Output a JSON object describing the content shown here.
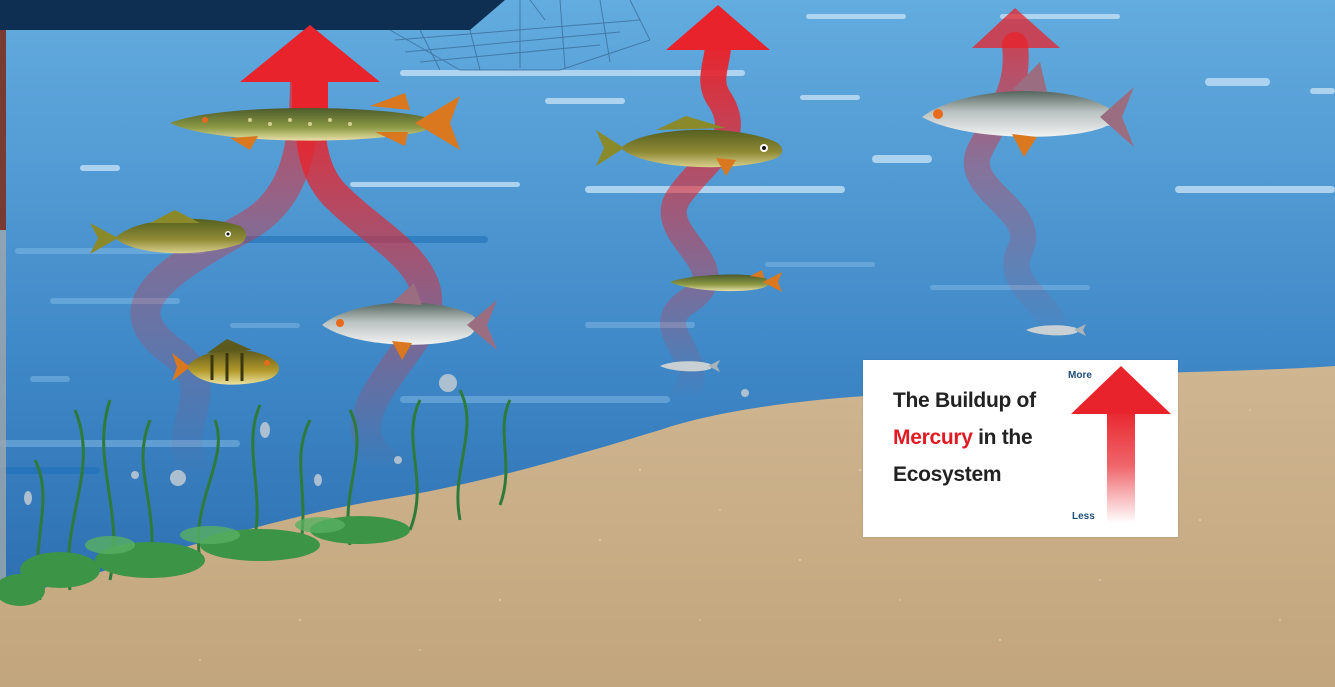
{
  "legend": {
    "title_line1": "The Buildup of",
    "title_highlight": "Mercury",
    "title_line2_rest": " in the",
    "title_line3": "Ecosystem",
    "more_label": "More",
    "less_label": "Less"
  },
  "colors": {
    "water_top": "#5aa3db",
    "water_bottom": "#2a6fb0",
    "sediment": "#c9b08a",
    "mercury_red": "#e8232b",
    "boat": "#0e2f52"
  }
}
